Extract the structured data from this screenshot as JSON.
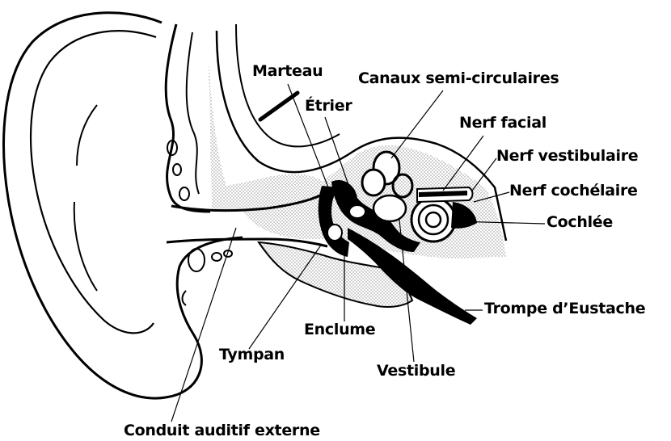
{
  "labels": {
    "marteau": "Marteau",
    "canaux": "Canaux semi-circulaires",
    "etrier": "Étrier",
    "nerf_facial": "Nerf facial",
    "nerf_vestibulaire": "Nerf vestibulaire",
    "nerf_cochleaire": "Nerf cochélaire",
    "cochlee": "Cochlée",
    "trompe": "Trompe d’Eustache",
    "enclume": "Enclume",
    "tympan": "Tympan",
    "vestibule": "Vestibule",
    "conduit": "Conduit auditif externe"
  },
  "colors": {
    "ink": "#000000",
    "paper": "#ffffff",
    "stipple": "#8a8a8a"
  }
}
